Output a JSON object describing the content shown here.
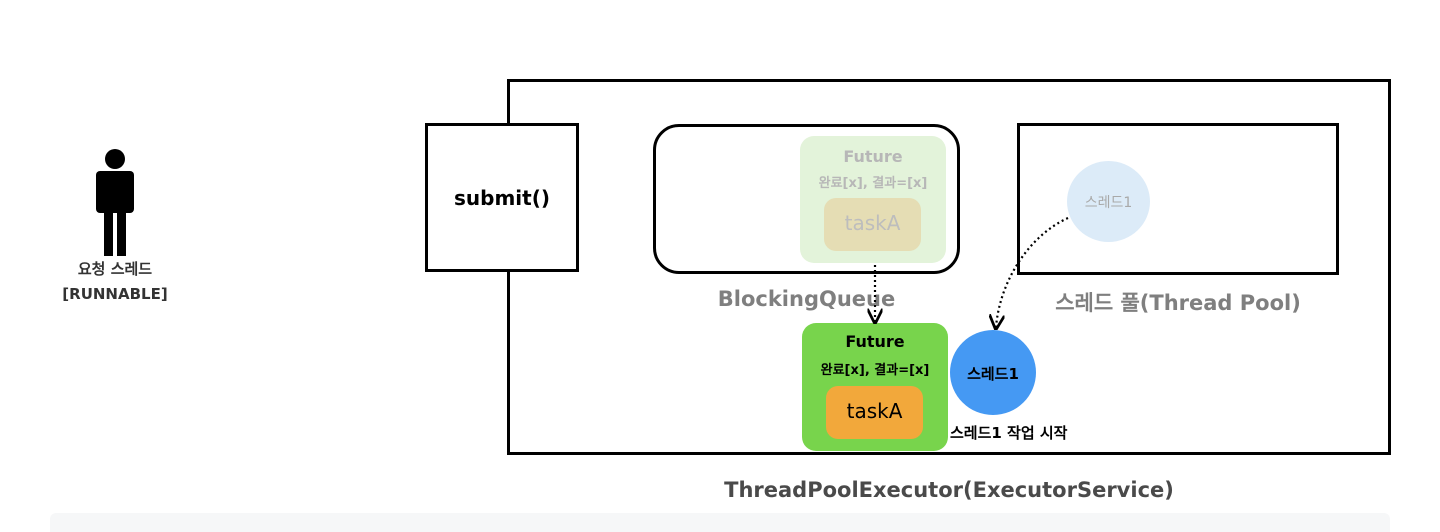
{
  "actor": {
    "icon": "person-icon",
    "label": "요청 스레드",
    "state": "[RUNNABLE]"
  },
  "submit": {
    "label": "submit()"
  },
  "queue": {
    "label": "BlockingQueue",
    "ghost_future": {
      "title": "Future",
      "status": "완료[x], 결과=[x]",
      "task": "taskA"
    }
  },
  "pool": {
    "label": "스레드 풀(Thread Pool)",
    "ghost_thread": "스레드1"
  },
  "future": {
    "title": "Future",
    "status": "완료[x], 결과=[x]",
    "task": "taskA"
  },
  "thread": {
    "label": "스레드1",
    "caption": "스레드1 작업 시작"
  },
  "executor": {
    "label": "ThreadPoolExecutor(ExecutorService)"
  },
  "colors": {
    "future_active": "#78d44c",
    "task_active": "#f2a83b",
    "thread_active": "#4599f3",
    "future_ghost": "#e3f3da",
    "task_ghost": "#e5ddb4",
    "thread_ghost": "#dcebf8",
    "secondary_label": "#7f7f7f"
  }
}
